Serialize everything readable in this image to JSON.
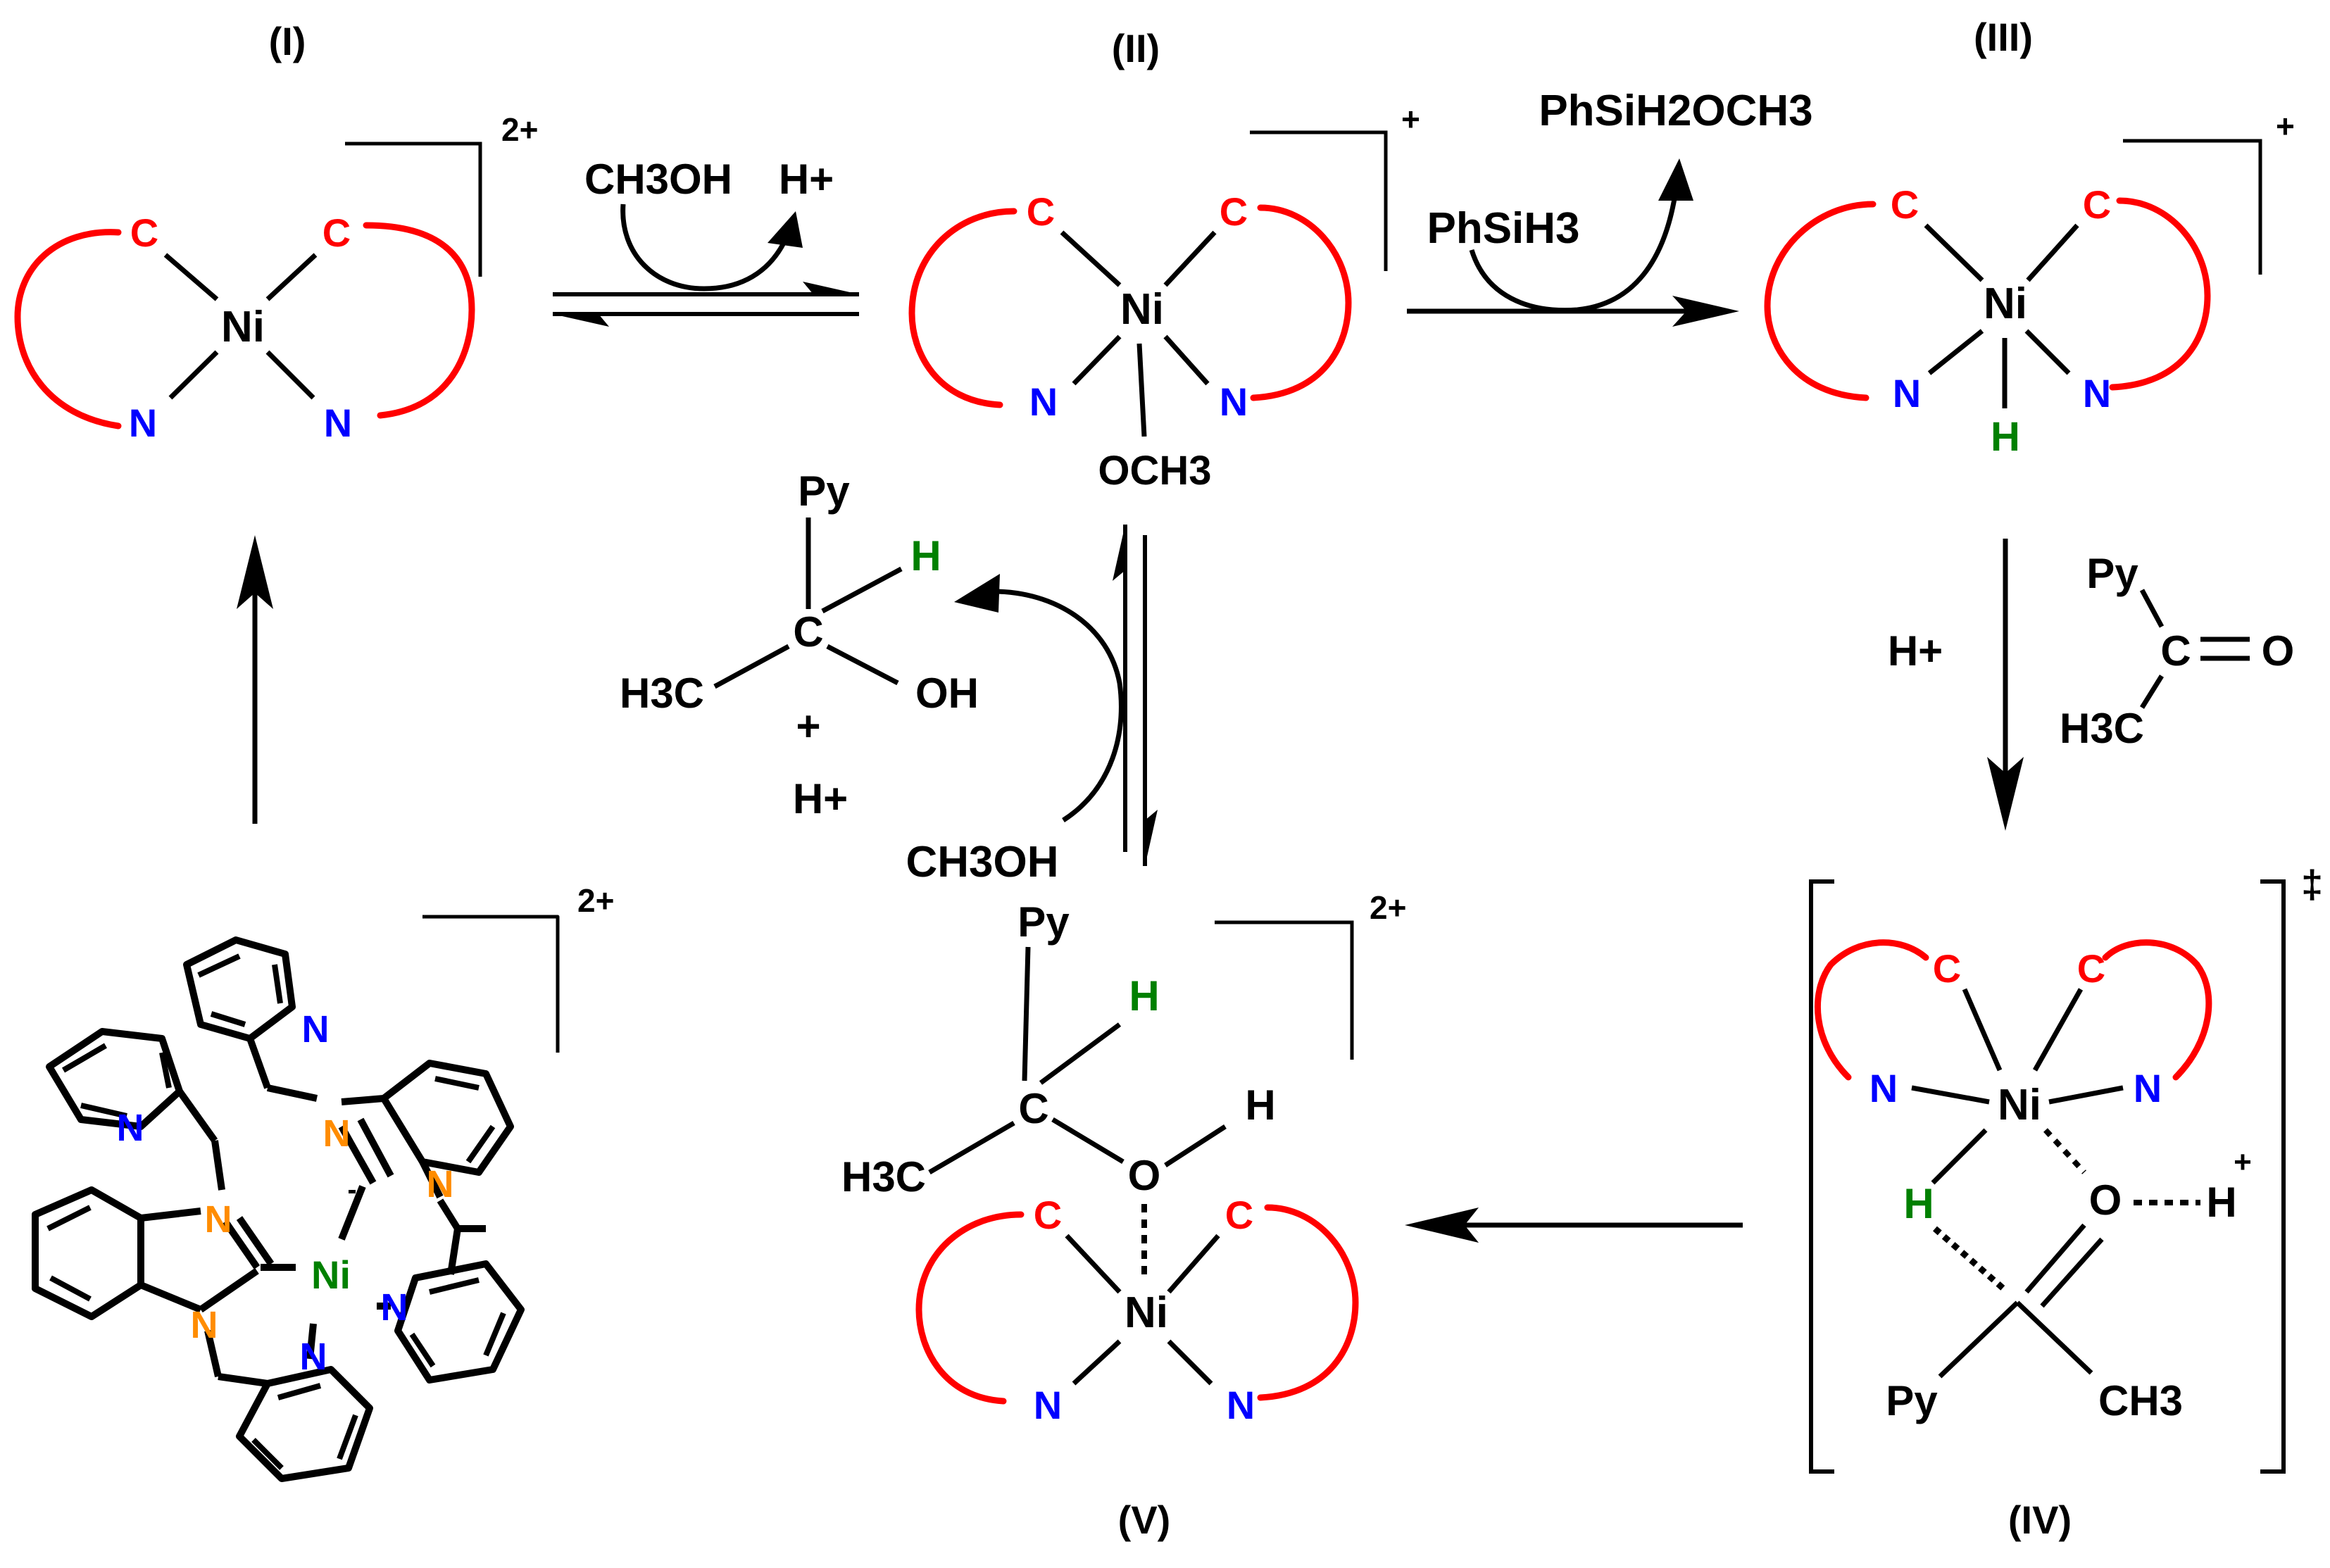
{
  "colors": {
    "ink": "#000000",
    "carbon": "#ff0000",
    "nitrogen": "#0000ff",
    "hydride": "#008000",
    "nhc_n": "#ff8c00"
  },
  "species": {
    "I": {
      "label": "(I)",
      "charge": "2+",
      "metal": "Ni",
      "c": "C",
      "n": "N"
    },
    "II": {
      "label": "(II)",
      "charge": "+",
      "metal": "Ni",
      "c": "C",
      "n": "N",
      "ligand": "OCH3"
    },
    "III": {
      "label": "(III)",
      "charge": "+",
      "metal": "Ni",
      "c": "C",
      "n": "N",
      "hydride": "H"
    },
    "IV": {
      "label": "(IV)",
      "charge": "‡",
      "metal": "Ni",
      "c": "C",
      "n": "N",
      "hydride": "H",
      "o": "O",
      "proton": "H",
      "plus": "+",
      "py": "Py",
      "ch3": "CH3"
    },
    "V": {
      "label": "(V)",
      "charge": "2+",
      "metal": "Ni",
      "c": "C",
      "n": "N",
      "py": "Py",
      "h": "H",
      "h3c": "H3C",
      "o": "O",
      "oh_h": "H"
    },
    "precat": {
      "charge": "2+",
      "metal": "Ni",
      "n": "N"
    }
  },
  "arrows": {
    "i_ii": {
      "reagent": "CH3OH",
      "product": "H+"
    },
    "ii_iii": {
      "reagent": "PhSiH3",
      "product": "PhSiH2OCH3"
    },
    "iii_iv": {
      "reagent": "H+"
    },
    "ketone": {
      "py": "Py",
      "c": "C",
      "o": "O",
      "h3c": "H3C"
    },
    "v_ii": {
      "reagent": "CH3OH",
      "alcohol_py": "Py",
      "alcohol_h": "H",
      "alcohol_c": "C",
      "alcohol_h3c": "H3C",
      "alcohol_oh": "OH",
      "plus": "+",
      "proton": "H+"
    }
  }
}
